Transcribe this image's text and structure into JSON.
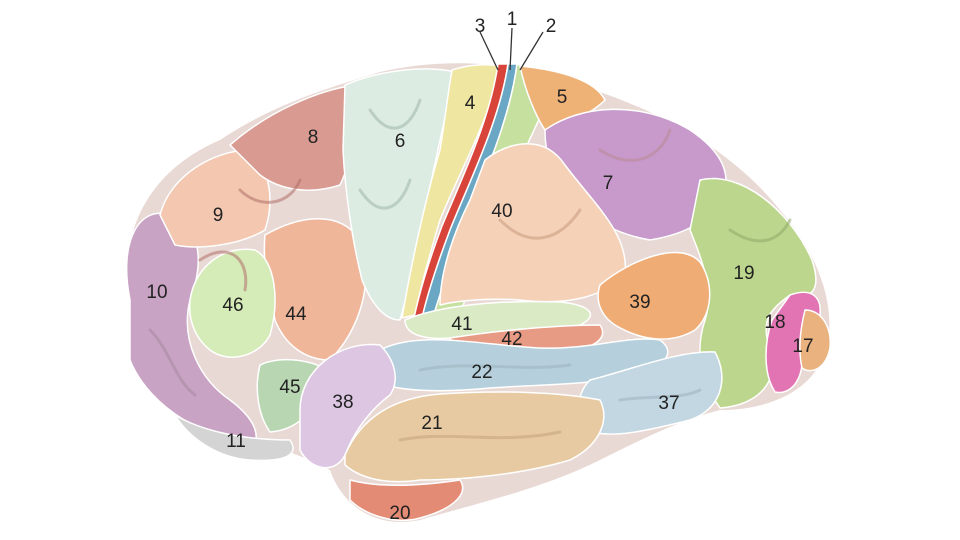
{
  "colors": {
    "prefrontal": "#c9a3c4",
    "area8": "#d99a91",
    "area9": "#f4c8b0",
    "area6": "#dcece3",
    "area4": "#efe6a1",
    "area3": "#d8433a",
    "area1": "#6aa7c4",
    "area2": "#c6e0a0",
    "area5": "#eeb277",
    "area7": "#c79acb",
    "area40": "#f5d1b8",
    "area19": "#bcd78d",
    "area18": "#e374b3",
    "area17": "#e9b27e",
    "area39": "#efac75",
    "area41": "#d9eac5",
    "area42": "#e89b84",
    "area22": "#b5d0dc",
    "area21": "#e8caa2",
    "area20": "#e48b76",
    "area37": "#c3d7e2",
    "area38": "#dcc6e2",
    "area44": "#f0b69a",
    "area45": "#b8d6b2",
    "area46": "#d6ecb8",
    "area11": "#d4d4d4"
  },
  "labels": [
    {
      "id": "area-1",
      "text": "1"
    },
    {
      "id": "area-2",
      "text": "2"
    },
    {
      "id": "area-3",
      "text": "3"
    },
    {
      "id": "area-4",
      "text": "4"
    },
    {
      "id": "area-5",
      "text": "5"
    },
    {
      "id": "area-6",
      "text": "6"
    },
    {
      "id": "area-7",
      "text": "7"
    },
    {
      "id": "area-8",
      "text": "8"
    },
    {
      "id": "area-9",
      "text": "9"
    },
    {
      "id": "area-10",
      "text": "10"
    },
    {
      "id": "area-11",
      "text": "11"
    },
    {
      "id": "area-17",
      "text": "17"
    },
    {
      "id": "area-18",
      "text": "18"
    },
    {
      "id": "area-19",
      "text": "19"
    },
    {
      "id": "area-20",
      "text": "20"
    },
    {
      "id": "area-21",
      "text": "21"
    },
    {
      "id": "area-22",
      "text": "22"
    },
    {
      "id": "area-37",
      "text": "37"
    },
    {
      "id": "area-38",
      "text": "38"
    },
    {
      "id": "area-39",
      "text": "39"
    },
    {
      "id": "area-40",
      "text": "40"
    },
    {
      "id": "area-41",
      "text": "41"
    },
    {
      "id": "area-42",
      "text": "42"
    },
    {
      "id": "area-44",
      "text": "44"
    },
    {
      "id": "area-45",
      "text": "45"
    },
    {
      "id": "area-46",
      "text": "46"
    }
  ]
}
